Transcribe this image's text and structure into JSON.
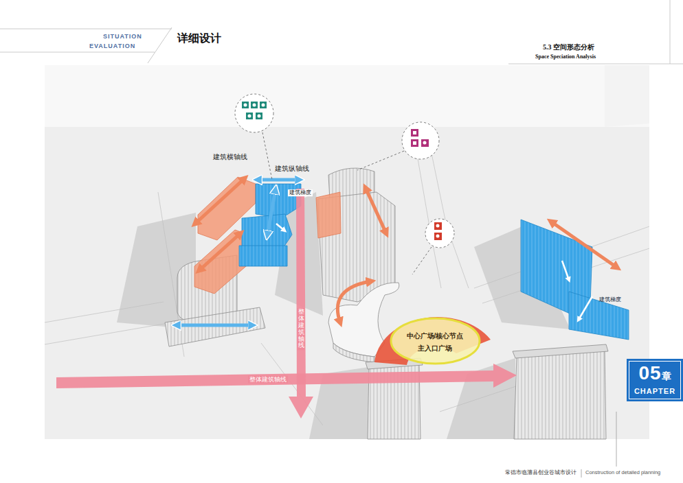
{
  "diagram": {
    "title": "详细设计",
    "nodes": [
      {
        "text": [
          "中心广场/核心节点",
          "主入口广场"
        ]
      },
      {
        "text": [
          "05",
          "章",
          "CHAPTER"
        ]
      }
    ],
    "labels": [
      "SITUATION",
      "EVALUATION",
      "5.3 空间形态分析",
      "Space Speciation Analysis",
      "建筑横轴线",
      "建筑纵轴线",
      "建筑梯度",
      "整体建筑轴线",
      "整体建筑轴线",
      "建筑梯度",
      "常德市临澧县创业谷城市设计",
      "Construction of detailed planning"
    ]
  }
}
